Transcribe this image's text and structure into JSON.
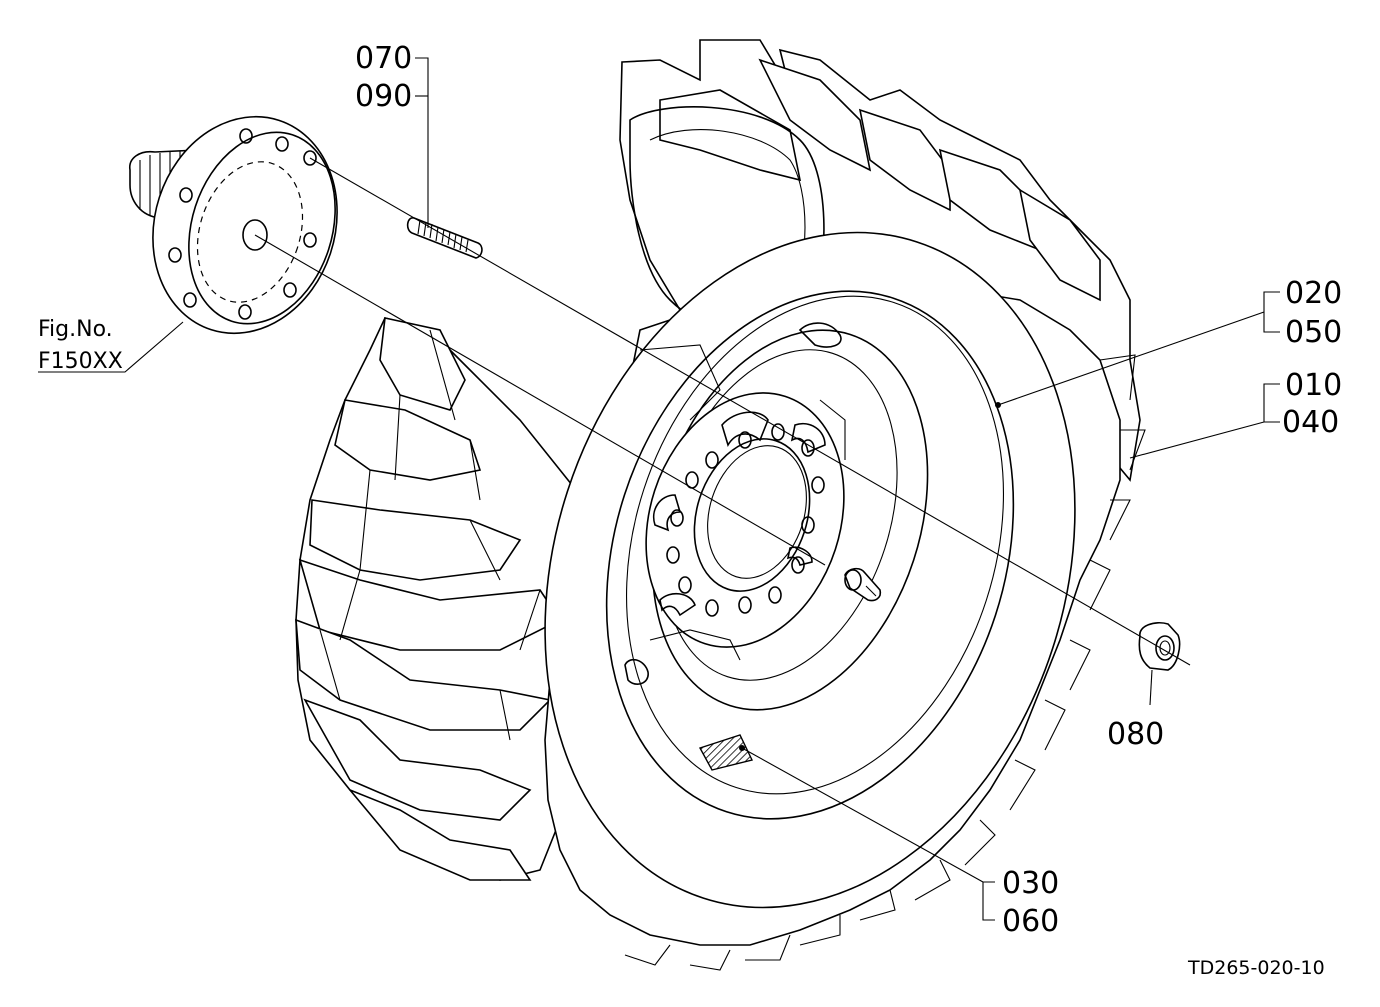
{
  "diagram": {
    "callouts": {
      "c070": "070",
      "c090": "090",
      "c020": "020",
      "c050": "050",
      "c010": "010",
      "c040": "040",
      "c080": "080",
      "c030": "030",
      "c060": "060"
    },
    "figure_ref": {
      "label": "Fig.No.",
      "number": "F150XX"
    },
    "drawing_code": "TD265-020-10"
  }
}
